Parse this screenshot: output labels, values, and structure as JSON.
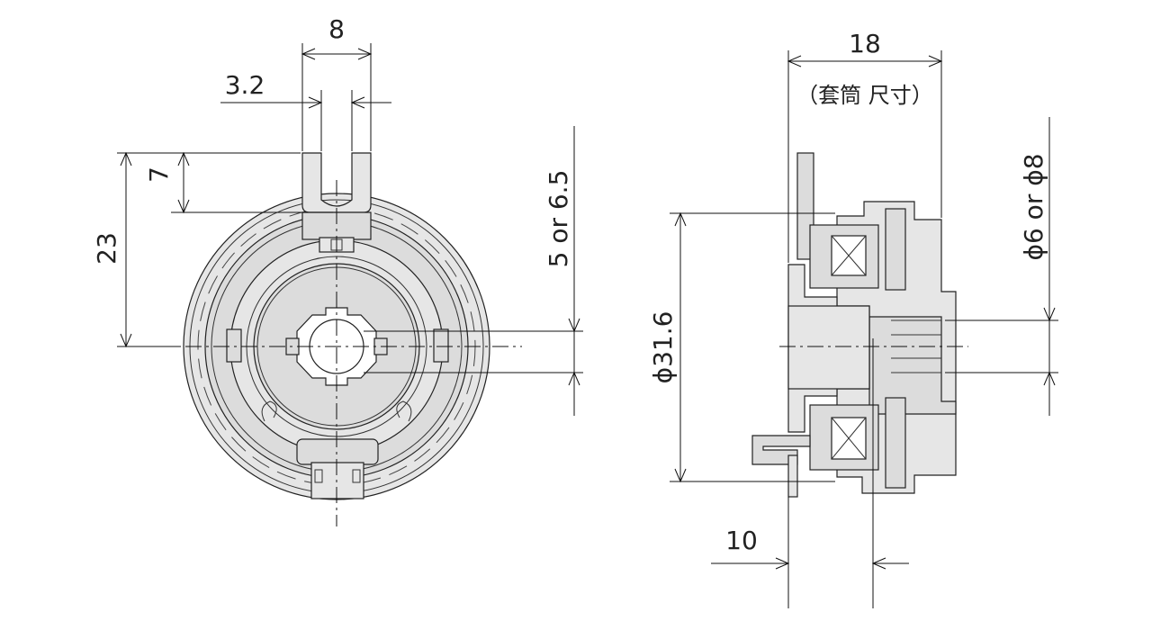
{
  "front_view": {
    "dim_tab_width": "8",
    "dim_slot_width": "3.2",
    "dim_slot_depth": "7",
    "dim_tab_height": "23",
    "dim_bore_flat": "5 or 6.5"
  },
  "side_view": {
    "dim_sleeve_length": "18",
    "dim_sleeve_note": "（套筒 尺寸）",
    "dim_outer_diameter": "ϕ31.6",
    "dim_bore_diameter": "ϕ6 or ϕ8",
    "dim_offset": "10"
  }
}
